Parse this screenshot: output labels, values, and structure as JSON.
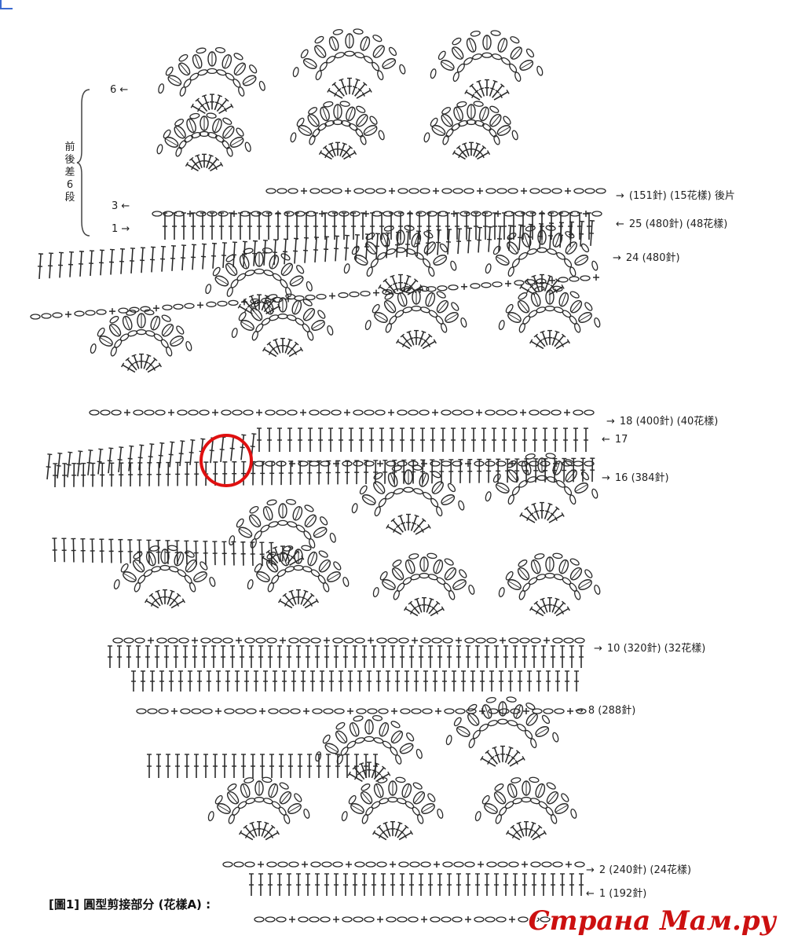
{
  "diagram": {
    "colors": {
      "stitch": "#2a2a2a",
      "highlight": "#e01010",
      "watermark": "#cc1010"
    },
    "left_labels": [
      {
        "key": "row6",
        "text": "6"
      },
      {
        "key": "row3",
        "text": "3"
      },
      {
        "key": "row1",
        "text": "1"
      }
    ],
    "vertical_note": "前後差6段",
    "right_labels": [
      {
        "key": "r151",
        "text": "(151針) (15花樣) 後片"
      },
      {
        "key": "r25",
        "text": "25 (480針) (48花樣)"
      },
      {
        "key": "r24",
        "text": "24 (480針)"
      },
      {
        "key": "r18",
        "text": "18 (400針) (40花樣)"
      },
      {
        "key": "r17",
        "text": "17"
      },
      {
        "key": "r16",
        "text": "16 (384針)"
      },
      {
        "key": "r10",
        "text": "10 (320針) (32花樣)"
      },
      {
        "key": "r8",
        "text": "8 (288針)"
      },
      {
        "key": "r2",
        "text": "2 (240針) (24花樣)"
      },
      {
        "key": "r1",
        "text": "1 (192針)"
      }
    ],
    "caption": "[圖1] 圓型剪接部分 (花樣A) :",
    "watermark": "Страна Мам.ру"
  }
}
